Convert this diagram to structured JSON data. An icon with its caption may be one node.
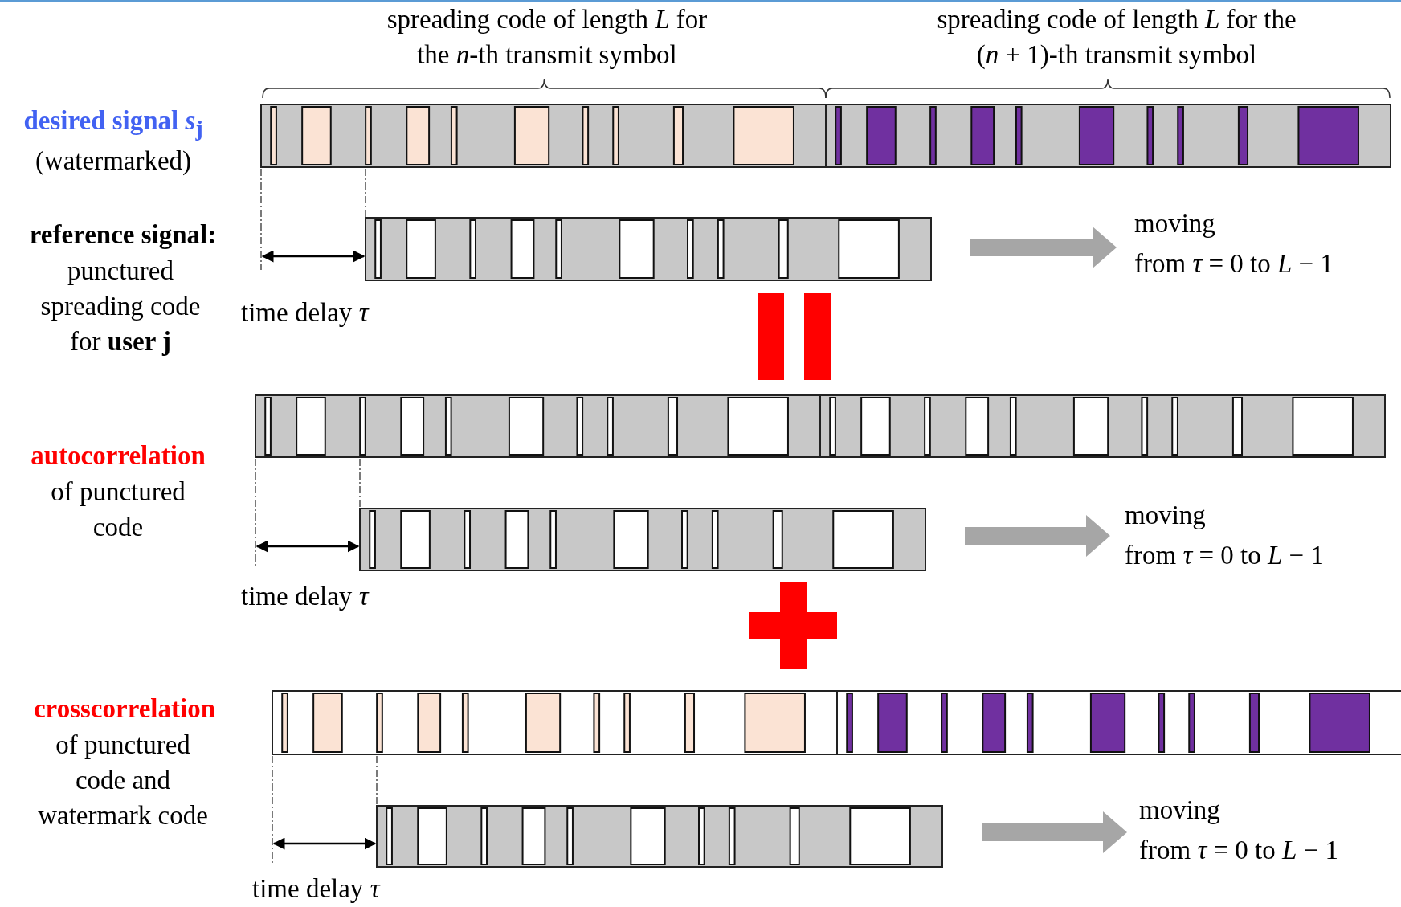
{
  "diagram": {
    "labels": [
      "spreading code of length *L* for the *n*-th transmit symbol",
      "spreading code of length *L* for the (*n* + 1)-th transmit symbol",
      "desired signal *s*$_{j}$",
      "(watermarked)",
      "reference signal:",
      "moving",
      "from *τ* = 0 to *L* − 1",
      "punctured spreading code for **user j**",
      "time delay *τ*",
      "autocorrelation",
      "of punctured code",
      "moving",
      "from *τ* = 0 to *L* − 1",
      "time delay *τ*",
      "crosscorrelation",
      "of punctured code and watermark code",
      "moving",
      "from *τ* = 0 to *L* − 1",
      "time delay *τ*"
    ]
  }
}
